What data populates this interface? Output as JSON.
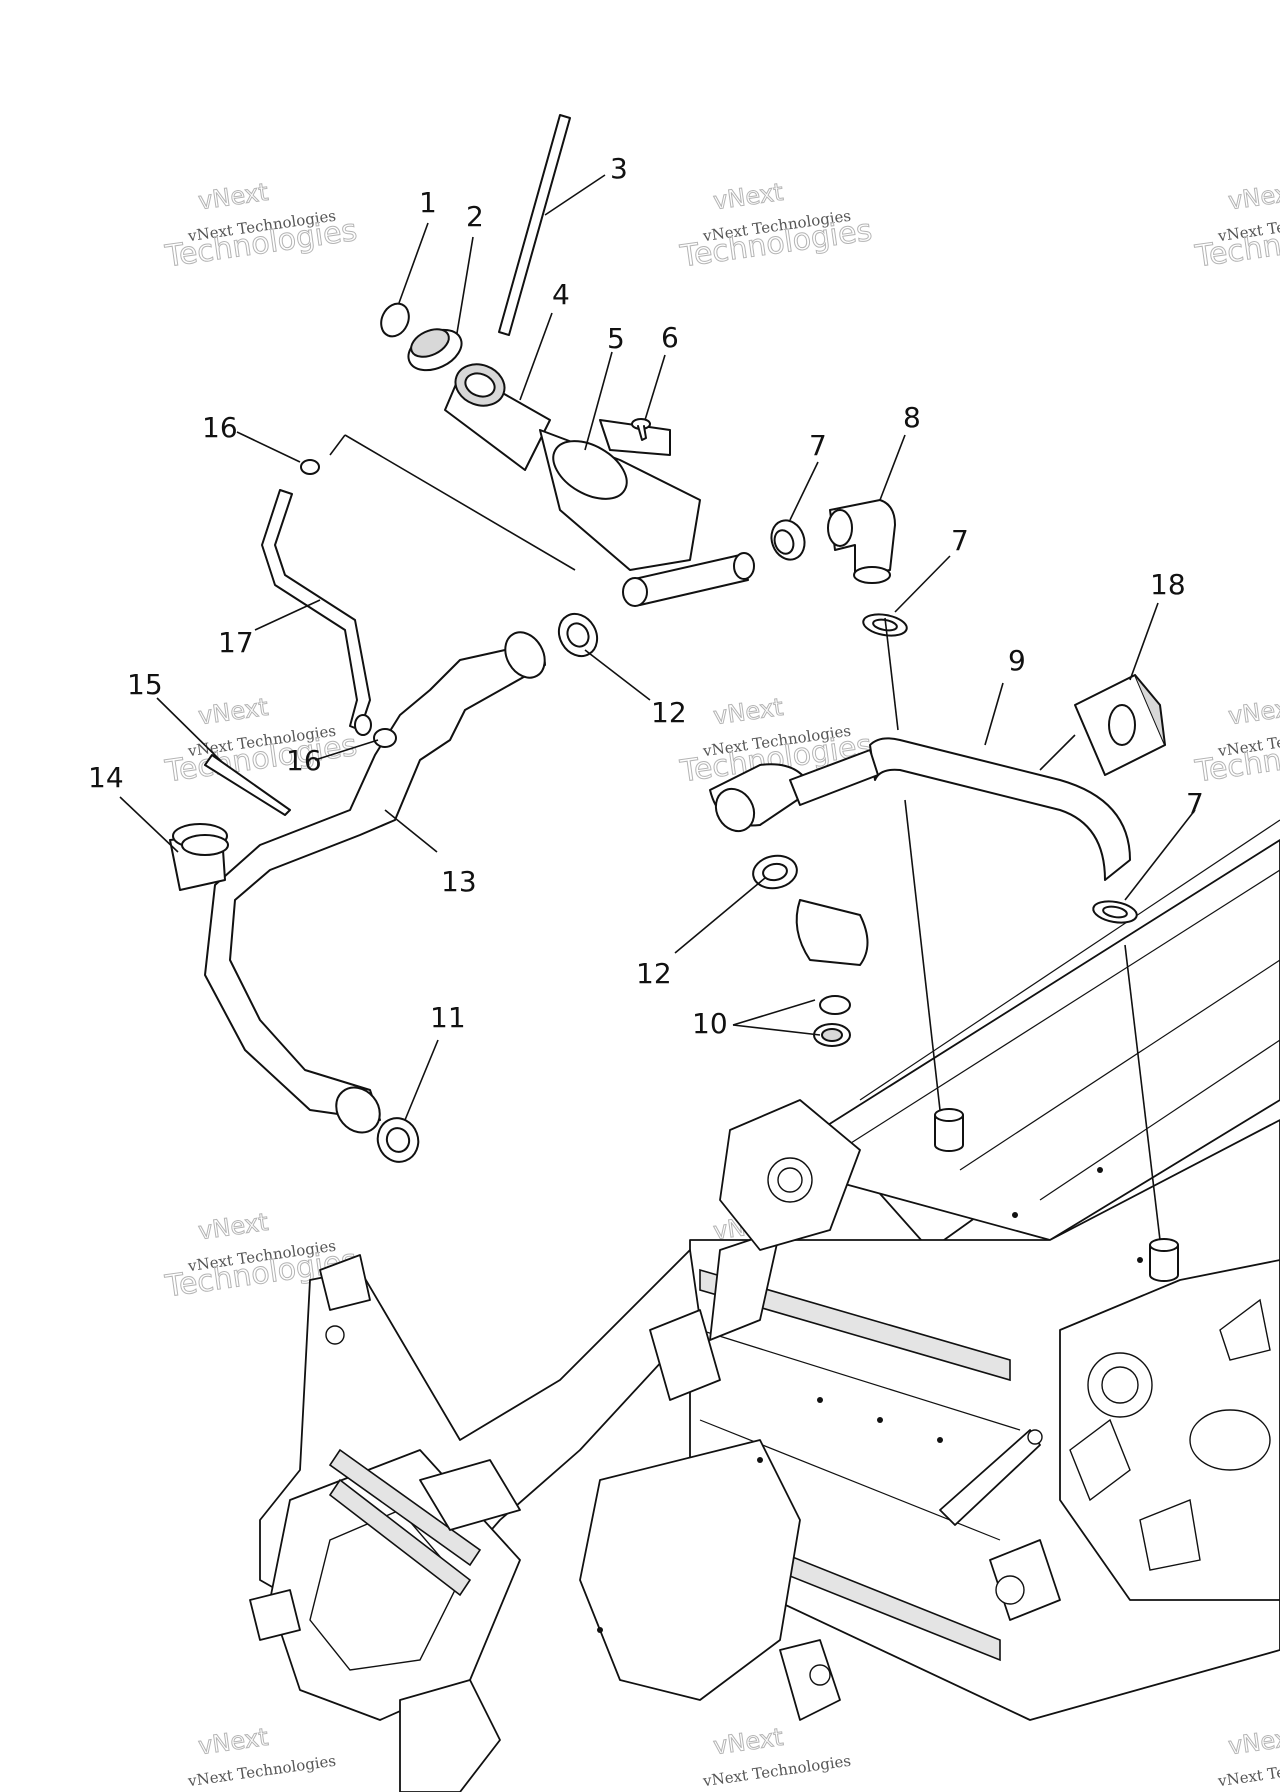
{
  "diagram": {
    "callouts": [
      {
        "id": "c1",
        "label": "1"
      },
      {
        "id": "c2",
        "label": "2"
      },
      {
        "id": "c3",
        "label": "3"
      },
      {
        "id": "c4",
        "label": "4"
      },
      {
        "id": "c5",
        "label": "5"
      },
      {
        "id": "c6",
        "label": "6"
      },
      {
        "id": "c7a",
        "label": "7"
      },
      {
        "id": "c7b",
        "label": "7"
      },
      {
        "id": "c7c",
        "label": "7"
      },
      {
        "id": "c8",
        "label": "8"
      },
      {
        "id": "c9",
        "label": "9"
      },
      {
        "id": "c10",
        "label": "10"
      },
      {
        "id": "c11",
        "label": "11"
      },
      {
        "id": "c12a",
        "label": "12"
      },
      {
        "id": "c12b",
        "label": "12"
      },
      {
        "id": "c13",
        "label": "13"
      },
      {
        "id": "c14",
        "label": "14"
      },
      {
        "id": "c15",
        "label": "15"
      },
      {
        "id": "c16a",
        "label": "16"
      },
      {
        "id": "c16b",
        "label": "16"
      },
      {
        "id": "c17",
        "label": "17"
      },
      {
        "id": "c18",
        "label": "18"
      }
    ]
  },
  "watermark": {
    "line1": "vNext",
    "line2": "vNext Technologies",
    "line3": "Technologies"
  }
}
